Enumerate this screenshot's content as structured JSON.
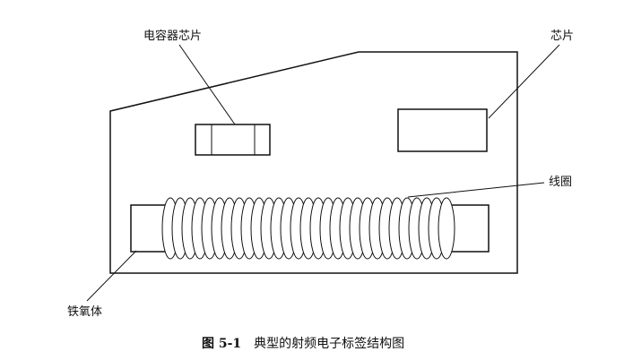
{
  "labels": {
    "capacitor_chip": "电容器芯片",
    "chip": "芯片",
    "coil": "线圈",
    "ferrite": "铁氧体"
  },
  "caption": {
    "number": "图 5-1",
    "text": "典型的射频电子标签结构图"
  }
}
